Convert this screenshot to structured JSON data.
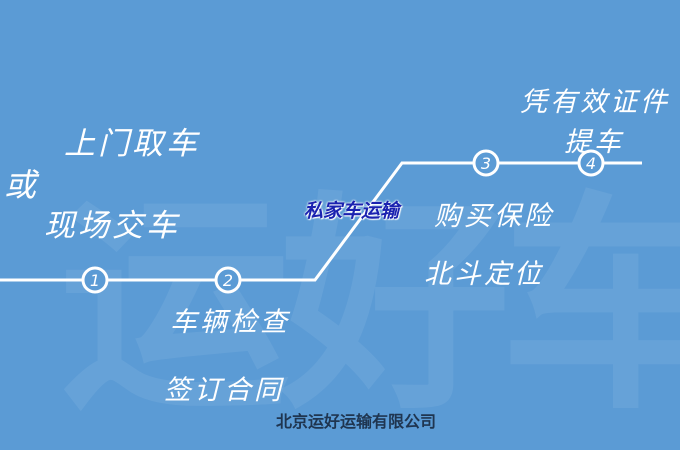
{
  "watermark": "运好车",
  "steps": [
    {
      "number": "1"
    },
    {
      "number": "2"
    },
    {
      "number": "3"
    },
    {
      "number": "4"
    }
  ],
  "labels": {
    "pickup": "上门取车",
    "or": "或",
    "onsite": "现场交车",
    "inspect": "车辆检查",
    "contract": "签订合同",
    "highlight": "私家车运输",
    "insurance": "购买保险",
    "gps": "北斗定位",
    "id_line1": "凭有效证件",
    "id_line2": "提车"
  },
  "company": "北京运好运输有限公司",
  "colors": {
    "background": "#5b9bd5",
    "highlight": "#1a22b0",
    "company": "#1f3550"
  }
}
